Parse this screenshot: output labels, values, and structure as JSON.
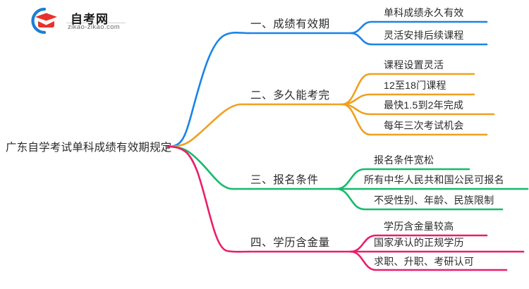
{
  "logo": {
    "name": "自考网",
    "url": "zikao-zikao.com",
    "arc_icon": "arc-icon",
    "cap_icon": "graduation-cap-icon",
    "arc_color": "#1a7fd4",
    "cap_color": "#e8312a"
  },
  "mindmap": {
    "root": "广东自学考试单科成绩有效期规定",
    "branches": [
      {
        "label": "一、成绩有效期",
        "color": "#1a84e8",
        "leaves": [
          "单科成绩永久有效",
          "灵活安排后续课程"
        ]
      },
      {
        "label": "二、多久能考完",
        "color": "#f0a020",
        "leaves": [
          "课程设置灵活",
          "12至18门课程",
          "最快1.5到2年完成",
          "每年三次考试机会"
        ]
      },
      {
        "label": "三、报名条件",
        "color": "#16bb6a",
        "leaves": [
          "报名条件宽松",
          "所有中华人民共和国公民可报名",
          "不受性别、年龄、民族限制"
        ]
      },
      {
        "label": "四、学历含金量",
        "color": "#ea1e6a",
        "leaves": [
          "学历含金量较高",
          "国家承认的正规学历",
          "求职、升职、考研认可"
        ]
      }
    ]
  }
}
